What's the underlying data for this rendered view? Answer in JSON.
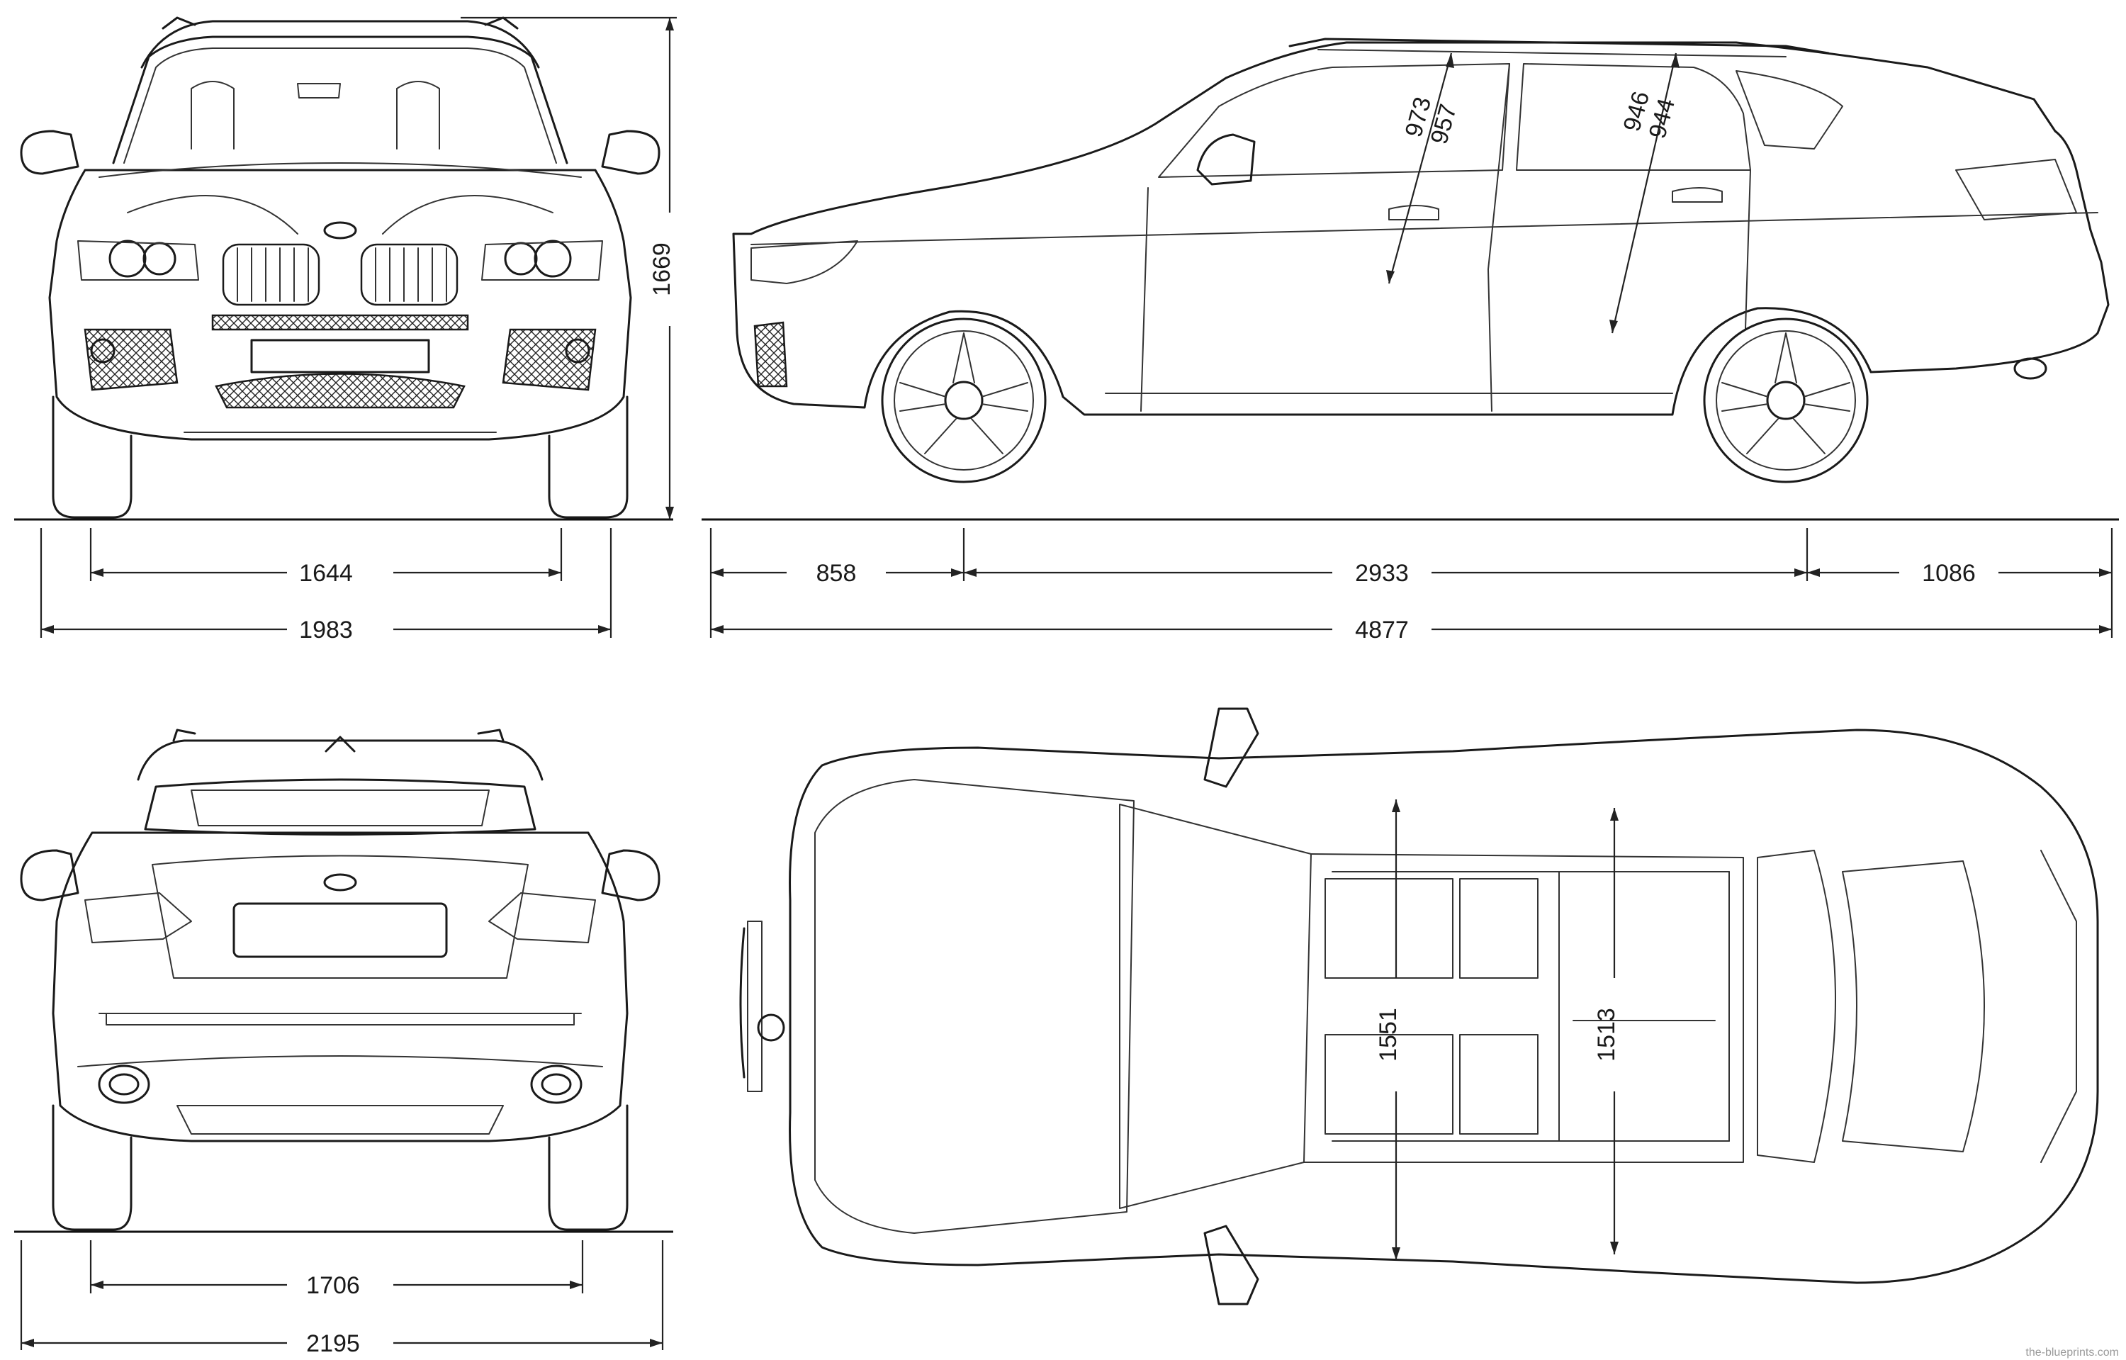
{
  "dimensions": {
    "front_track": "1644",
    "front_width": "1983",
    "height": "1669",
    "front_overhang": "858",
    "wheelbase": "2933",
    "rear_overhang": "1086",
    "overall_length": "4877",
    "front_headroom_a": "973",
    "front_headroom_b": "957",
    "rear_headroom_a": "946",
    "rear_headroom_b": "944",
    "rear_track": "1706",
    "mirror_width": "2195",
    "front_interior_width": "1551",
    "rear_interior_width": "1513"
  },
  "views": [
    "front",
    "side",
    "rear",
    "top"
  ],
  "watermark": "the-blueprints.com",
  "colors": {
    "line": "#1a1a1a",
    "background": "#ffffff"
  }
}
